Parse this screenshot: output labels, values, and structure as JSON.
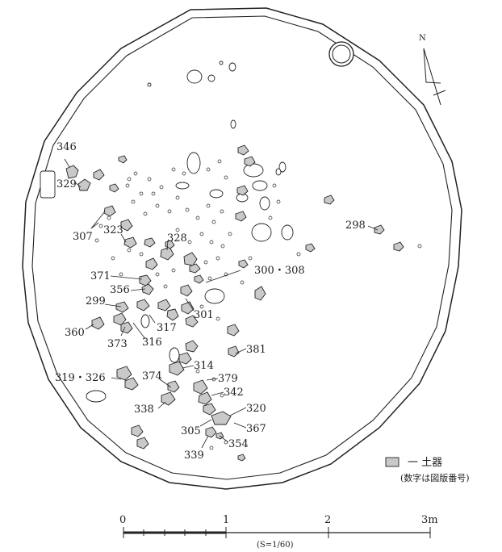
{
  "north_label": "N",
  "labels": [
    {
      "id": "346",
      "text": "346"
    },
    {
      "id": "329",
      "text": "329"
    },
    {
      "id": "307",
      "text": "307"
    },
    {
      "id": "323",
      "text": "323"
    },
    {
      "id": "328",
      "text": "328"
    },
    {
      "id": "300_308",
      "text": "300・308"
    },
    {
      "id": "371",
      "text": "371"
    },
    {
      "id": "356",
      "text": "356"
    },
    {
      "id": "299",
      "text": "299"
    },
    {
      "id": "301",
      "text": "301"
    },
    {
      "id": "360",
      "text": "360"
    },
    {
      "id": "373",
      "text": "373"
    },
    {
      "id": "316",
      "text": "316"
    },
    {
      "id": "317",
      "text": "317"
    },
    {
      "id": "381",
      "text": "381"
    },
    {
      "id": "319_326",
      "text": "319・326"
    },
    {
      "id": "374",
      "text": "374"
    },
    {
      "id": "314",
      "text": "314"
    },
    {
      "id": "379",
      "text": "379"
    },
    {
      "id": "342",
      "text": "342"
    },
    {
      "id": "338",
      "text": "338"
    },
    {
      "id": "320",
      "text": "320"
    },
    {
      "id": "367",
      "text": "367"
    },
    {
      "id": "305",
      "text": "305"
    },
    {
      "id": "354",
      "text": "354"
    },
    {
      "id": "339",
      "text": "339"
    },
    {
      "id": "298",
      "text": "298"
    }
  ],
  "legend": {
    "label": "一 土器",
    "note": "(数字は図版番号)",
    "swatch_color": "#c9c9c9"
  },
  "scale": {
    "ticks": [
      "0",
      "1",
      "2",
      "3m"
    ],
    "ratio": "(S=1/60)"
  }
}
